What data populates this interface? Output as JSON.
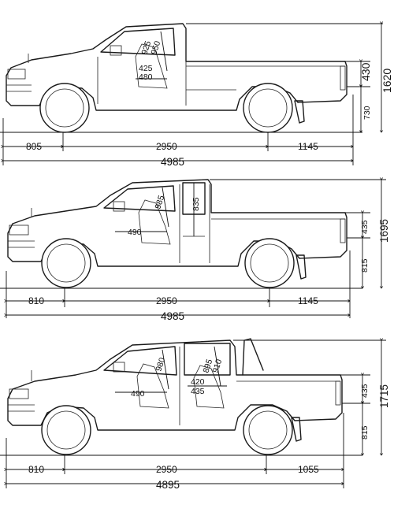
{
  "vehicles": [
    {
      "id": "single-cab",
      "dims": {
        "front_overhang": "805",
        "wheelbase": "2950",
        "rear_overhang": "1145",
        "overall_length": "4985",
        "box_depth": "430",
        "rear_height": "730",
        "overall_height": "1620",
        "seat_a": "925",
        "seat_b": "950",
        "seat_c": "425",
        "seat_d": "480"
      }
    },
    {
      "id": "extended-cab",
      "dims": {
        "front_overhang": "810",
        "wheelbase": "2950",
        "rear_overhang": "1145",
        "overall_length": "4985",
        "box_depth": "435",
        "rear_height": "815",
        "overall_height": "1695",
        "seat_front_head": "985",
        "seat_front_leg": "490",
        "rear_panel": "835"
      }
    },
    {
      "id": "double-cab",
      "dims": {
        "front_overhang": "810",
        "wheelbase": "2950",
        "rear_overhang": "1055",
        "overall_length": "4895",
        "box_depth": "435",
        "rear_height": "815",
        "overall_height": "1715",
        "seat_front_head": "980",
        "seat_front_leg": "490",
        "seat_rear_a": "895",
        "seat_rear_b": "910",
        "seat_rear_c": "420",
        "seat_rear_d": "435"
      }
    }
  ]
}
